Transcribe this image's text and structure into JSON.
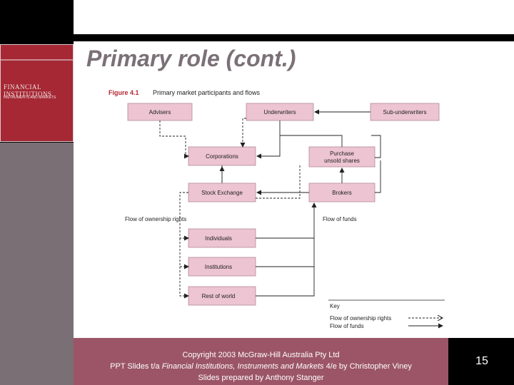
{
  "slide": {
    "title": "Primary role (cont.)",
    "page_number": "15",
    "footer": {
      "line1": "Copyright 2003 McGraw-Hill Australia Pty Ltd",
      "line2_prefix": "PPT Slides t/a ",
      "line2_italic": "Financial Institutions, Instruments and Markets",
      "line2_suffix": " 4/e by Christopher Viney",
      "line3": "Slides prepared by Anthony Stanger"
    }
  },
  "book_cover": {
    "title": "FINANCIAL INSTITUTIONS",
    "subtitle": "INSTRUMENTS AND MARKETS"
  },
  "figure": {
    "number": "Figure 4.1",
    "caption": "Primary market participants and flows",
    "nodes": {
      "advisers": "Advisers",
      "underwriters": "Underwriters",
      "sub_underwriters": "Sub-underwriters",
      "corporations": "Corporations",
      "purchase_line1": "Purchase",
      "purchase_line2": "unsold shares",
      "stock_exchange": "Stock Exchange",
      "brokers": "Brokers",
      "individuals": "Individuals",
      "institutions": "Institutions",
      "rest_of_world": "Rest of world"
    },
    "labels": {
      "flow_ownership": "Flow of ownership rights",
      "flow_funds": "Flow of funds"
    },
    "key": {
      "title": "Key",
      "ownership": "Flow of ownership rights",
      "funds": "Flow of  funds"
    },
    "colors": {
      "box_fill": "#edc4d1",
      "box_stroke": "#b28a98"
    }
  }
}
